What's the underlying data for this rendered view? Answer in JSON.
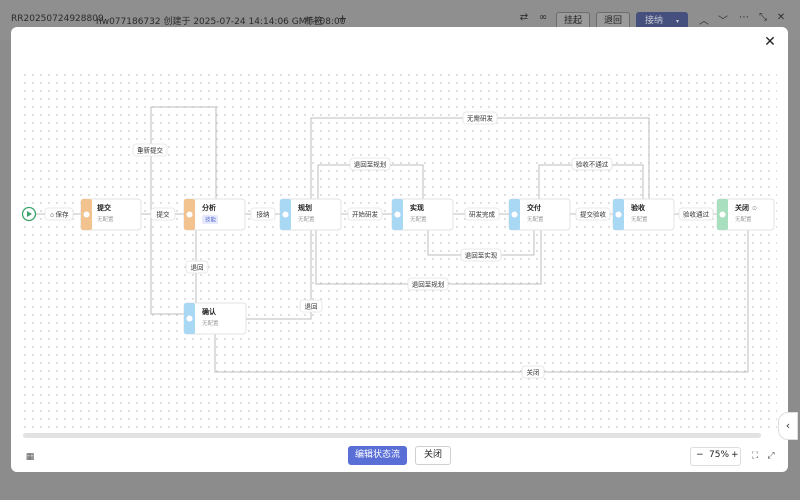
{
  "header": {
    "ticket_id": "RR20250724928809",
    "creator_info": "hw077186732 创建于 2025-07-24 14:14:06 GMT+08:00",
    "tag_label": "标签",
    "add_tag": "+",
    "suspend_label": "挂起",
    "return_label": "退回",
    "accept_label": "接纳"
  },
  "flow": {
    "start_label": "保存",
    "nodes": {
      "submit": {
        "title": "提交",
        "sub": "无配置"
      },
      "analyze": {
        "title": "分析",
        "sub": "技能"
      },
      "plan": {
        "title": "规划",
        "sub": "无配置"
      },
      "implement": {
        "title": "实现",
        "sub": "无配置"
      },
      "deliver": {
        "title": "交付",
        "sub": "无配置"
      },
      "accept": {
        "title": "验收",
        "sub": "无配置"
      },
      "close": {
        "title": "关闭",
        "sub": "无配置"
      },
      "confirm": {
        "title": "确认",
        "sub": "无配置"
      }
    },
    "edges": {
      "submit": "提交",
      "accept": "接纳",
      "start_dev": "开始研发",
      "dev_done": "研发完成",
      "submit_accept": "提交验收",
      "accept_pass": "验收通过",
      "resubmit": "重新提交",
      "no_dev": "无需研发",
      "back_to_plan_1": "退回至规划",
      "accept_fail": "验收不通过",
      "back_to_impl": "退回至实现",
      "back_to_plan_2": "退回至规划",
      "back_1": "退回",
      "back_2": "退回",
      "close": "关闭"
    },
    "colors": {
      "orange": "#f2c38f",
      "blue": "#a9d8f5",
      "green": "#a8e0bf",
      "start_green": "#3ca36a",
      "tag_blue": "#5a6fd6"
    }
  },
  "footer": {
    "edit_label": "编辑状态流",
    "close_label": "关闭",
    "zoom_minus": "−",
    "zoom_value": "75%",
    "zoom_plus": "+"
  }
}
